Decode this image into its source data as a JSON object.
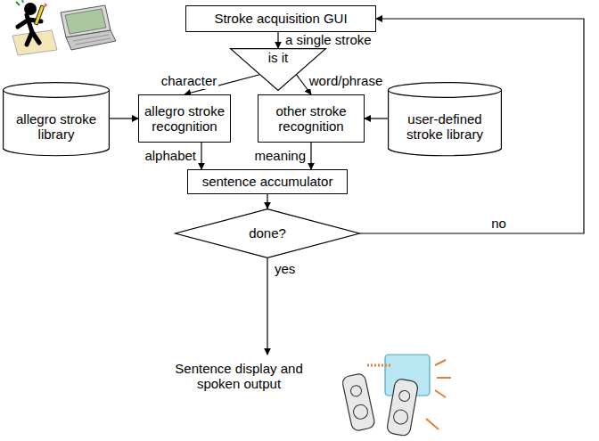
{
  "diagram": {
    "nodes": [
      {
        "text": [
          "Stroke acquisition GUI"
        ]
      },
      {
        "text": [
          "is it"
        ]
      },
      {
        "text": [
          "allegro stroke recognition"
        ]
      },
      {
        "text": [
          "other stroke recognition"
        ]
      },
      {
        "text": [
          "allegro stroke library"
        ]
      },
      {
        "text": [
          "user-defined stroke library"
        ]
      },
      {
        "text": [
          "sentence accumulator"
        ]
      },
      {
        "text": [
          "done?"
        ]
      }
    ],
    "edges": [
      {
        "from": 0,
        "to": 1,
        "arrow": "to",
        "label": "a single stroke"
      },
      {
        "from": 1,
        "to": 2,
        "arrow": "to",
        "label": "character"
      },
      {
        "from": 1,
        "to": 3,
        "arrow": "to",
        "label": "word/phrase"
      },
      {
        "from": 4,
        "to": 2,
        "arrow": "to"
      },
      {
        "from": 5,
        "to": 3,
        "arrow": "to"
      },
      {
        "from": 2,
        "to": 6,
        "arrow": "to",
        "label": "alphabet"
      },
      {
        "from": 3,
        "to": 6,
        "arrow": "to",
        "label": "meaning"
      },
      {
        "from": 6,
        "to": 7,
        "arrow": "to"
      },
      {
        "from": 7,
        "to": 0,
        "arrow": "to",
        "label": "no"
      }
    ],
    "labels": [
      "yes",
      "Sentence display and spoken output"
    ]
  }
}
